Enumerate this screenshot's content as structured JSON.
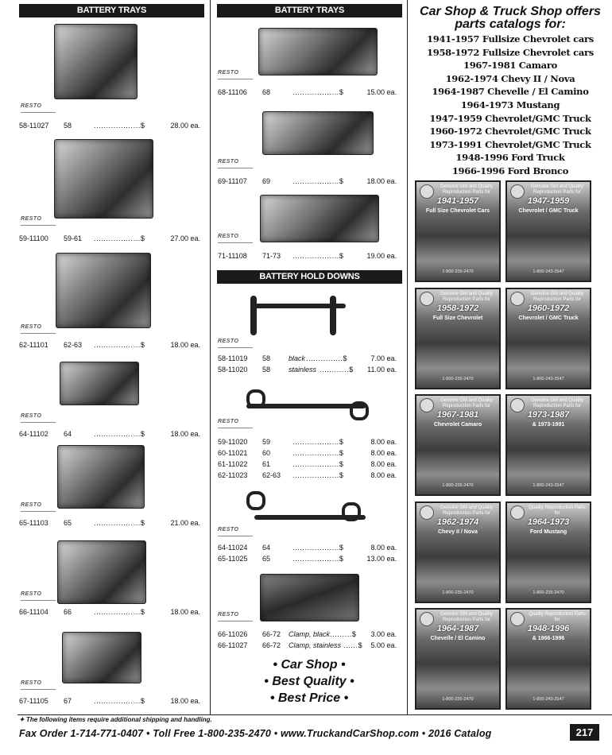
{
  "headers": {
    "battery_trays_1": "BATTERY TRAYS",
    "battery_trays_2": "BATTERY TRAYS",
    "hold_downs": "BATTERY HOLD DOWNS"
  },
  "logo_text": "RESTO",
  "col1_items": [
    {
      "part": "58-11027",
      "year": "58",
      "dots": "...................$",
      "price": "28.00 ea."
    },
    {
      "part": "59-11100",
      "year": "59-61",
      "dots": "...................$",
      "price": "27.00 ea."
    },
    {
      "part": "62-11101",
      "year": "62-63",
      "dots": "...................$",
      "price": "18.00 ea."
    },
    {
      "part": "64-11102",
      "year": "64",
      "dots": "...................$",
      "price": "18.00 ea."
    },
    {
      "part": "65-11103",
      "year": "65",
      "dots": "...................$",
      "price": "21.00 ea."
    },
    {
      "part": "66-11104",
      "year": "66",
      "dots": "...................$",
      "price": "18.00 ea."
    },
    {
      "part": "67-11105",
      "year": "67",
      "dots": "...................$",
      "price": "18.00 ea."
    }
  ],
  "col2_trays": [
    {
      "part": "68-11106",
      "year": "68",
      "dots": "...................$",
      "price": "15.00 ea."
    },
    {
      "part": "69-11107",
      "year": "69",
      "dots": "...................$",
      "price": "18.00 ea."
    },
    {
      "part": "71-11108",
      "year": "71-73",
      "dots": "...................$",
      "price": "19.00 ea."
    }
  ],
  "hold_down_groups": [
    [
      {
        "part": "58-11019",
        "year": "58",
        "desc": "black",
        "dots": "...............$",
        "price": "7.00 ea."
      },
      {
        "part": "58-11020",
        "year": "58",
        "desc": "stainless",
        "dots": "............$",
        "price": "11.00 ea."
      }
    ],
    [
      {
        "part": "59-11020",
        "year": "59",
        "desc": "",
        "dots": "...................$",
        "price": "8.00 ea."
      },
      {
        "part": "60-11021",
        "year": "60",
        "desc": "",
        "dots": "...................$",
        "price": "8.00 ea."
      },
      {
        "part": "61-11022",
        "year": "61",
        "desc": "",
        "dots": "...................$",
        "price": "8.00 ea."
      },
      {
        "part": "62-11023",
        "year": "62-63",
        "desc": "",
        "dots": "...................$",
        "price": "8.00 ea."
      }
    ],
    [
      {
        "part": "64-11024",
        "year": "64",
        "desc": "",
        "dots": "...................$",
        "price": "8.00 ea."
      },
      {
        "part": "65-11025",
        "year": "65",
        "desc": "",
        "dots": "...................$",
        "price": "13.00 ea."
      }
    ],
    [
      {
        "part": "66-11026",
        "year": "66-72",
        "desc": "Clamp, black",
        "dots": ".........$",
        "price": "3.00 ea."
      },
      {
        "part": "66-11027",
        "year": "66-72",
        "desc": "Clamp, stainless",
        "dots": "......$",
        "price": "5.00 ea."
      }
    ]
  ],
  "slogans": [
    "• Car Shop •",
    "• Best Quality •",
    "• Best Price •"
  ],
  "catalog_promo": {
    "title_1": "Car Shop & Truck Shop offers",
    "title_2": "parts catalogs for:",
    "lines": [
      "1941-1957  Fullsize Chevrolet cars",
      "1958-1972  Fullsize Chevrolet cars",
      "1967-1981  Camaro",
      "1962-1974  Chevy II / Nova",
      "1964-1987  Chevelle / El Camino",
      "1964-1973  Mustang",
      "1947-1959  Chevrolet/GMC Truck",
      "1960-1972  Chevrolet/GMC Truck",
      "1973-1991  Chevrolet/GMC Truck",
      "1948-1996 Ford Truck",
      "1966-1996 Ford Bronco"
    ]
  },
  "covers": [
    {
      "top": "Genuine GM and Quality Reproduction Parts for",
      "title": "1941-1957",
      "sub": "Full Size Chevrolet Cars",
      "phone": "1-800-235-2470"
    },
    {
      "top": "Genuine GM and Quality Reproduction Parts for",
      "title": "1947-1959",
      "sub": "Chevrolet / GMC Truck",
      "phone": "1-800-243-2547"
    },
    {
      "top": "Genuine GM and Quality Reproduction Parts for",
      "title": "1958-1972",
      "sub": "Full Size Chevrolet",
      "phone": "1-800-235-2470"
    },
    {
      "top": "Genuine GM and Quality Reproduction Parts for",
      "title": "1960-1972",
      "sub": "Chevrolet / GMC Truck",
      "phone": "1-800-243-2547"
    },
    {
      "top": "Genuine GM and Quality Reproduction Parts for",
      "title": "1967-1981",
      "sub": "Chevrolet Camaro",
      "phone": "1-800-235-2470"
    },
    {
      "top": "Genuine GM and Quality Reproduction Parts for",
      "title": "1973-1987",
      "sub": "& 1973-1991",
      "phone": "1-800-243-2547"
    },
    {
      "top": "Genuine GM and Quality Reproduction Parts for",
      "title": "1962-1974",
      "sub": "Chevy II / Nova",
      "phone": "1-800-235-2470"
    },
    {
      "top": "Quality Reproduction Parts for",
      "title": "1964-1973",
      "sub": "Ford Mustang",
      "phone": "1-800-235-2470"
    },
    {
      "top": "Genuine GM and Quality Reproduction Parts for",
      "title": "1964-1987",
      "sub": "Chevelle / El Camino",
      "phone": "1-800-235-2470"
    },
    {
      "top": "Quality Reproduction Parts for",
      "title": "1948-1996",
      "sub": "& 1966-1996",
      "phone": "1-800-243-2547"
    }
  ],
  "footer": {
    "note": "✦ The following items require additional shipping and handling.",
    "line": "Fax Order  1-714-771-0407  •  Toll Free  1-800-235-2470  •  www.TruckandCarShop.com  •  2016 Catalog",
    "page": "217"
  }
}
